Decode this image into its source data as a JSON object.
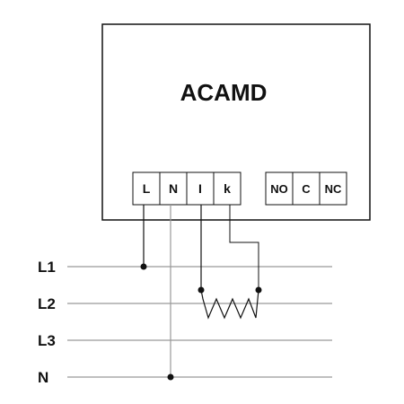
{
  "device": {
    "name": "ACAMD"
  },
  "terminals": {
    "input": [
      "L",
      "N",
      "I",
      "k"
    ],
    "relay": [
      "NO",
      "C",
      "NC"
    ]
  },
  "lines": [
    "L1",
    "L2",
    "L3",
    "N"
  ],
  "colors": {
    "ink": "#111111",
    "wire": "#999999"
  }
}
